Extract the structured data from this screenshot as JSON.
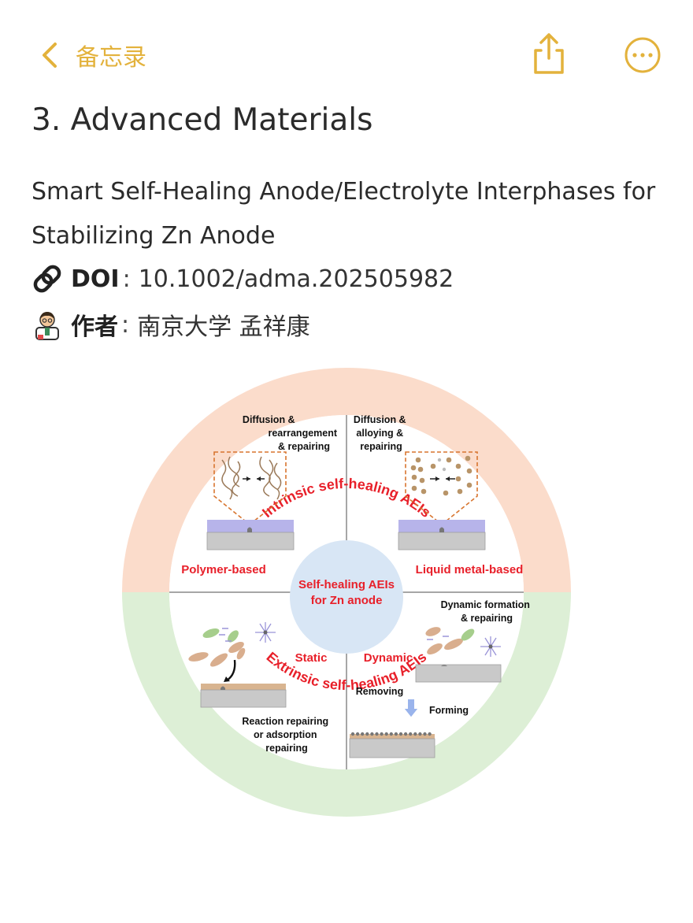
{
  "nav": {
    "back_label": "备忘录"
  },
  "note": {
    "title": "3. Advanced Materials",
    "subtitle": "Smart Self-Healing Anode/Electrolyte Interphases for Stabilizing Zn Anode",
    "doi_key": "DOI",
    "doi_sep": ":",
    "doi_value": "10.1002/adma.202505982",
    "author_key": "作者",
    "author_sep": ":",
    "author_value": "南京大学 孟祥康"
  },
  "figure": {
    "top_arc": "Intrinsic self-healing AEIs",
    "bottom_arc": "Extrinsic self-healing AEIs",
    "center_line1": "Self-healing AEIs",
    "center_line2": "for Zn anode",
    "q1_caption": [
      "Diffusion &",
      "rearrangement",
      "& repairing"
    ],
    "q2_caption": [
      "Diffusion &",
      "alloying &",
      "repairing"
    ],
    "q1_label": "Polymer-based",
    "q2_label": "Liquid metal-based",
    "q3_label": "Static",
    "q4_label": "Dynamic",
    "q3_caption": [
      "Reaction repairing",
      "or adsorption",
      "repairing"
    ],
    "q4_caption": [
      "Dynamic formation",
      "& repairing"
    ],
    "removing": "Removing",
    "forming": "Forming"
  },
  "colors": {
    "accent": "#E3B23C",
    "red": "#E8202A",
    "intrinsic_ring": "#FBDCCB",
    "extrinsic_ring": "#DDEFD6",
    "center": "#D8E6F5"
  },
  "icons": {
    "back": "chevron-left-icon",
    "share": "share-icon",
    "more": "more-icon",
    "doi": "link-icon",
    "author": "person-icon"
  }
}
